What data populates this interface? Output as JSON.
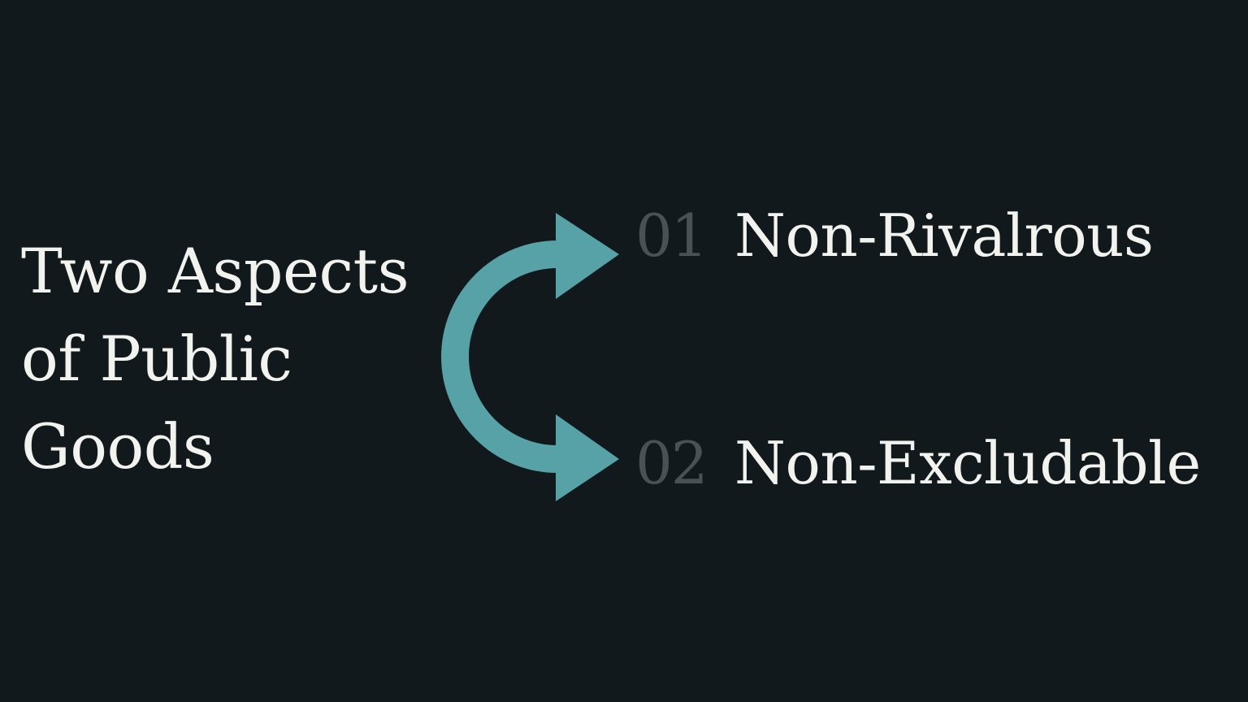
{
  "slide": {
    "title_lines": [
      "Two Aspects",
      "of Public",
      "Goods"
    ],
    "items": [
      {
        "number": "01",
        "label": "Non-Rivalrous"
      },
      {
        "number": "02",
        "label": "Non-Excludable"
      }
    ]
  },
  "colors": {
    "background": "#12191c",
    "text": "#f2f2ef",
    "number": "#4a5155",
    "arrow": "#57a2a6"
  },
  "icons": {
    "arrow": "curved-double-arrow-icon"
  }
}
